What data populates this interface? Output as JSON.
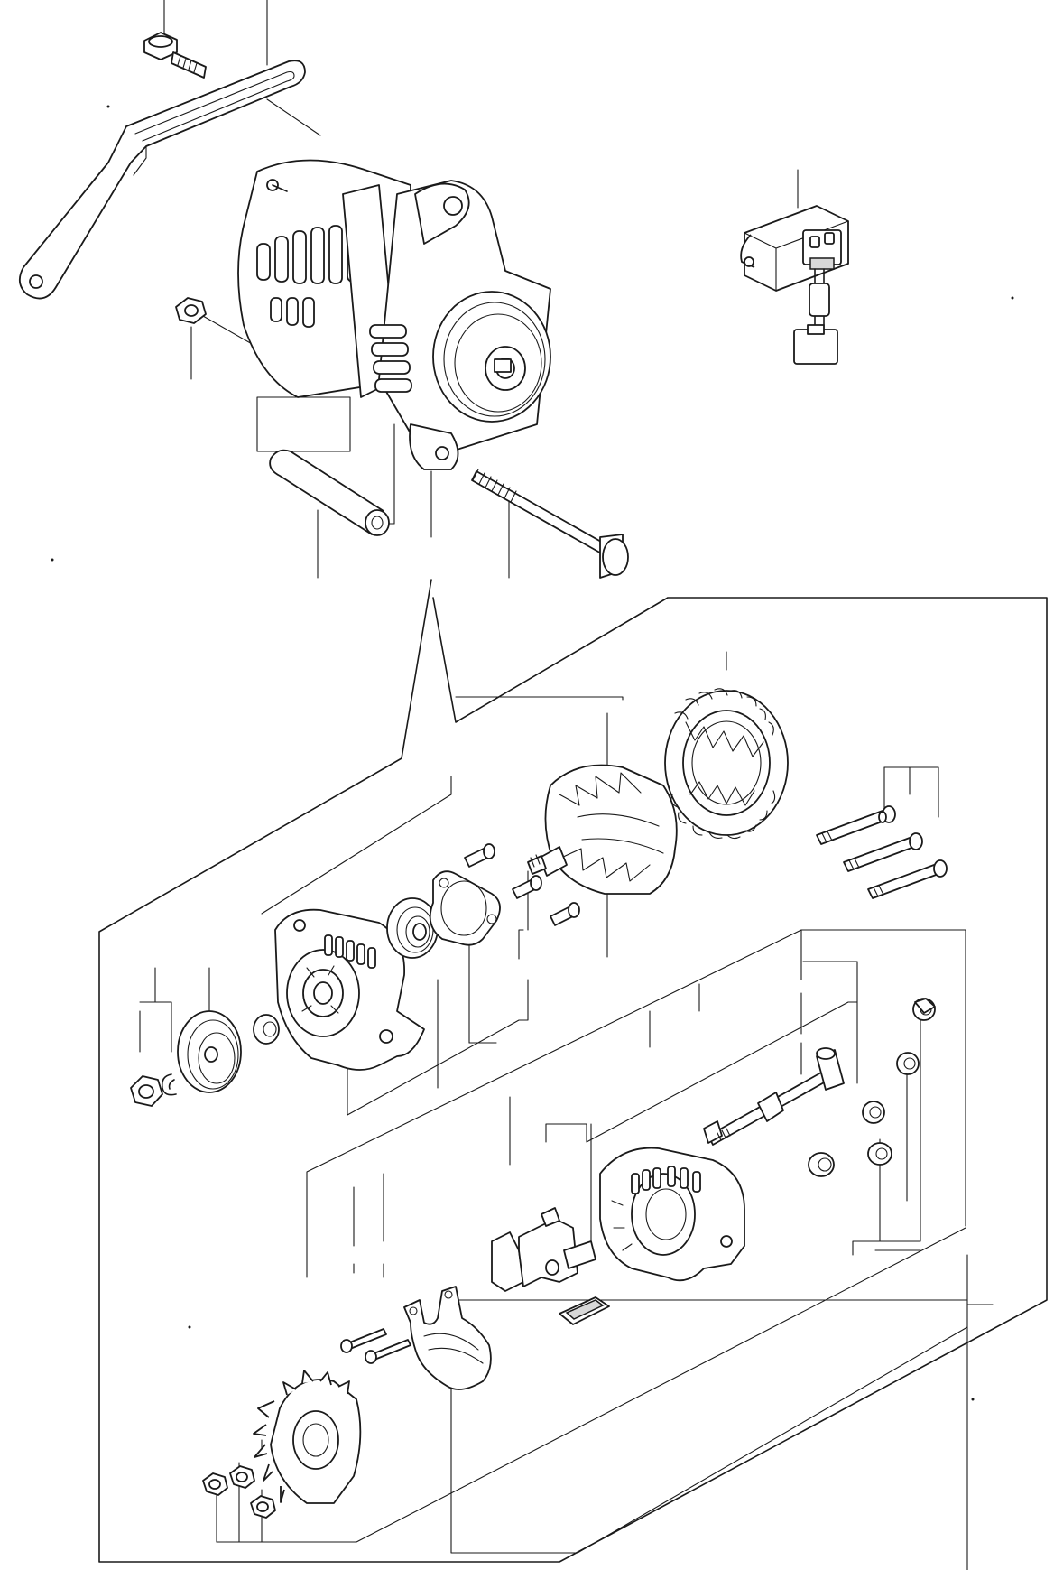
{
  "diagram": {
    "style": {
      "line_color": "#1a1a1a",
      "background_color": "#ffffff"
    },
    "parts": [
      {
        "name": "mounting-bolt"
      },
      {
        "name": "adjusting-bracket"
      },
      {
        "name": "alternator-assembly"
      },
      {
        "name": "regulator-unit"
      },
      {
        "name": "nut"
      },
      {
        "name": "spacer-sleeve"
      },
      {
        "name": "through-bolt"
      },
      {
        "name": "pulley-nut"
      },
      {
        "name": "lock-washer"
      },
      {
        "name": "pulley"
      },
      {
        "name": "collar"
      },
      {
        "name": "front-housing"
      },
      {
        "name": "front-bearing"
      },
      {
        "name": "bearing-retainer-plate"
      },
      {
        "name": "retainer-screws"
      },
      {
        "name": "rotor"
      },
      {
        "name": "stator"
      },
      {
        "name": "housing-bolts"
      },
      {
        "name": "rectifier"
      },
      {
        "name": "rectifier-nuts"
      },
      {
        "name": "rectifier-screws"
      },
      {
        "name": "lead-insulator"
      },
      {
        "name": "brush-holder"
      },
      {
        "name": "brush-cover"
      },
      {
        "name": "terminal-bolt"
      },
      {
        "name": "rear-housing"
      },
      {
        "name": "terminal-insulators"
      }
    ]
  }
}
